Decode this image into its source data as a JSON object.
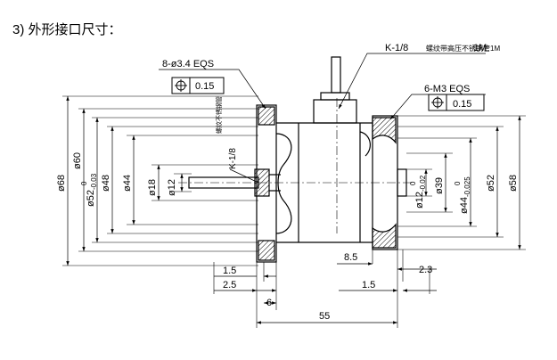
{
  "heading": "3) 外形接口尺寸：",
  "callouts": {
    "holes_left": "8-ø3.4 EQS",
    "holes_right": "6-M3 EQS",
    "thread_top": "K-1/8",
    "thread_top_note": "螺纹带高压不锈钢管1M",
    "thread_side": "K-1/8",
    "thread_side_note": "螺纹不锈钢管",
    "tol_left": "0.15",
    "tol_right": "0.15",
    "position_symbol": "⌖"
  },
  "dims": {
    "d68": "ø68",
    "d60": "ø60",
    "d52a_main": "ø52",
    "d52a_tol": "-0.03",
    "d52a_up": "0",
    "d48": "ø48",
    "d44": "ø44",
    "d18": "ø18",
    "d12": "ø12",
    "d12b_main": "ø12",
    "d12b_tol": "-0.02",
    "d12b_up": "0",
    "d39": "ø39",
    "d44b_main": "ø44",
    "d44b_tol": "-0.025",
    "d44b_up": "0",
    "d52": "ø52",
    "d58": "ø58",
    "l15a": "1.5",
    "l25": "2.5",
    "l6": "6",
    "l85": "8.5",
    "l23": "2.3",
    "l15b": "1.5",
    "l55": "55"
  }
}
